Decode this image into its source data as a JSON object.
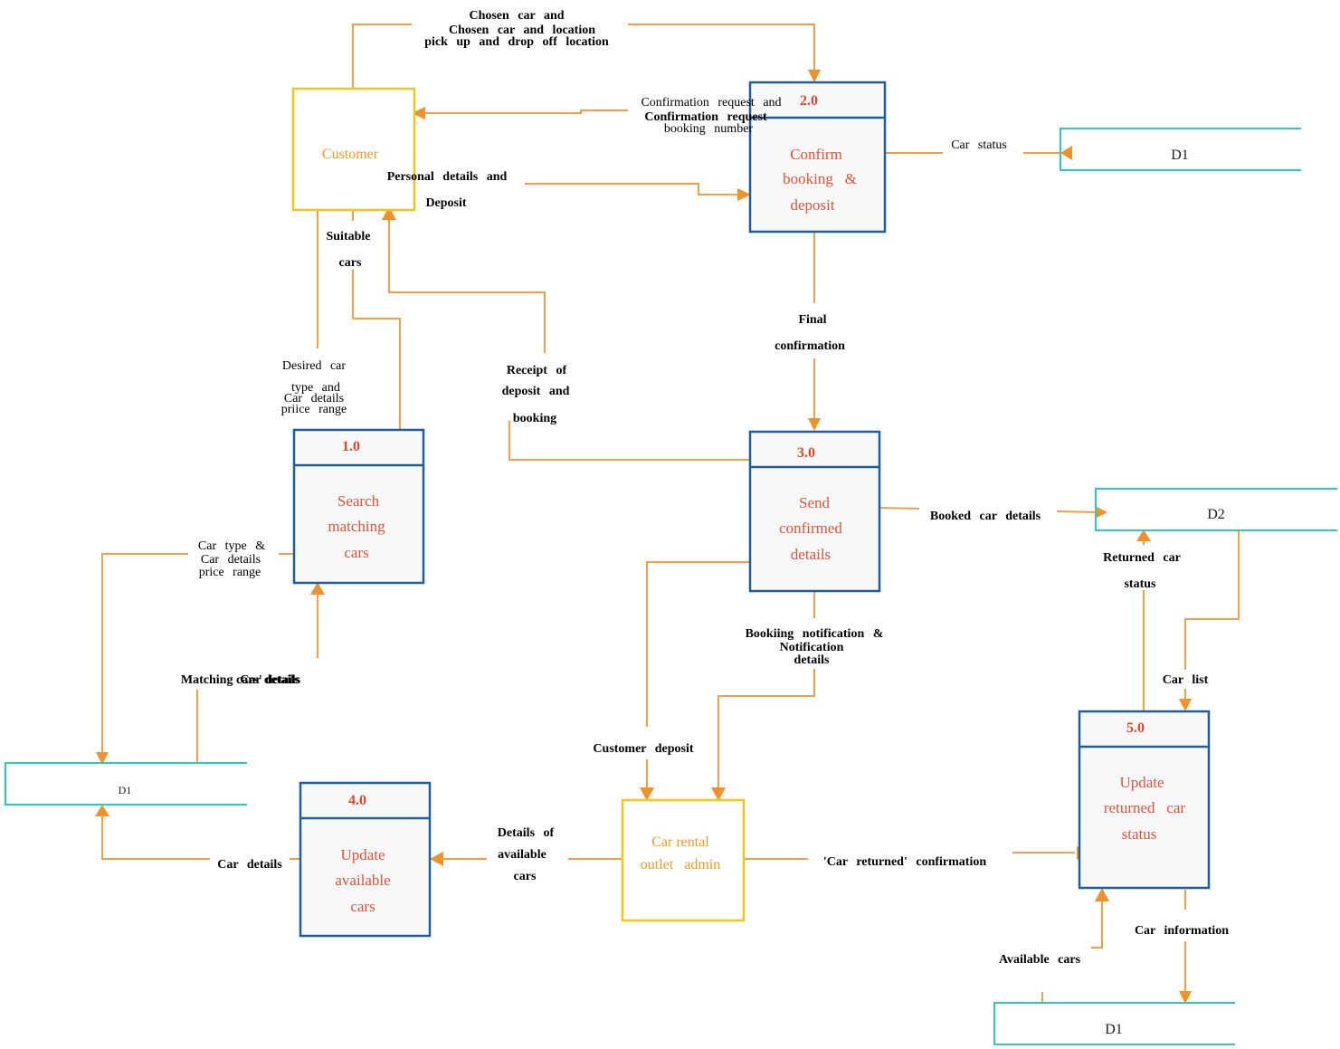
{
  "external_entities": {
    "customer": "Customer",
    "admin": [
      "Car rental",
      "outlet   admin"
    ]
  },
  "processes": {
    "p1": {
      "number": "1.0",
      "lines": [
        "Search",
        "matching",
        "cars"
      ]
    },
    "p2": {
      "number": "2.0",
      "lines": [
        "Confirm",
        "booking   &",
        "deposit"
      ]
    },
    "p3": {
      "number": "3.0",
      "lines": [
        "Send",
        "confirmed",
        "details"
      ]
    },
    "p4": {
      "number": "4.0",
      "lines": [
        "Update",
        "available",
        "cars"
      ]
    },
    "p5": {
      "number": "5.0",
      "lines": [
        "Update",
        "returned   car",
        "status"
      ]
    }
  },
  "data_stores": {
    "d1_top": "D1",
    "d2": "D2",
    "d1_left": "D1",
    "d1_bottom": "D1"
  },
  "flows": {
    "chosen_car": [
      "Chosen car and",
      "Chosen car and location",
      "pick up and drop off location"
    ],
    "confirmation_request": [
      "Confirmation request and",
      "Confirmation request",
      "booking number"
    ],
    "personal_details": [
      "Personal details and",
      "Deposit"
    ],
    "car_status": "Car status",
    "suitable_cars": [
      "Suitable",
      "cars"
    ],
    "desired_car": [
      "Desired car",
      "type and",
      "Car details",
      "priice range"
    ],
    "receipt": [
      "Receipt of",
      "deposit and",
      "booking"
    ],
    "final_confirmation": [
      "Final",
      "confirmation"
    ],
    "booked_car_details": "Booked car details",
    "returned_car_status": [
      "Returned car",
      "status"
    ],
    "car_type_price": [
      "Car type &",
      "Car details",
      "price range"
    ],
    "matching_cars": [
      "Matching cars' details",
      "Car details"
    ],
    "booking_notification": [
      "Bookiing notification &",
      "Notification",
      "details"
    ],
    "car_list": "Car list",
    "customer_deposit": "Customer deposit",
    "details_available": [
      "Details of",
      "available",
      "cars"
    ],
    "car_details": "Car details",
    "car_returned": "'Car returned' confirmation",
    "car_information": "Car information",
    "available_cars": "Available cars"
  }
}
